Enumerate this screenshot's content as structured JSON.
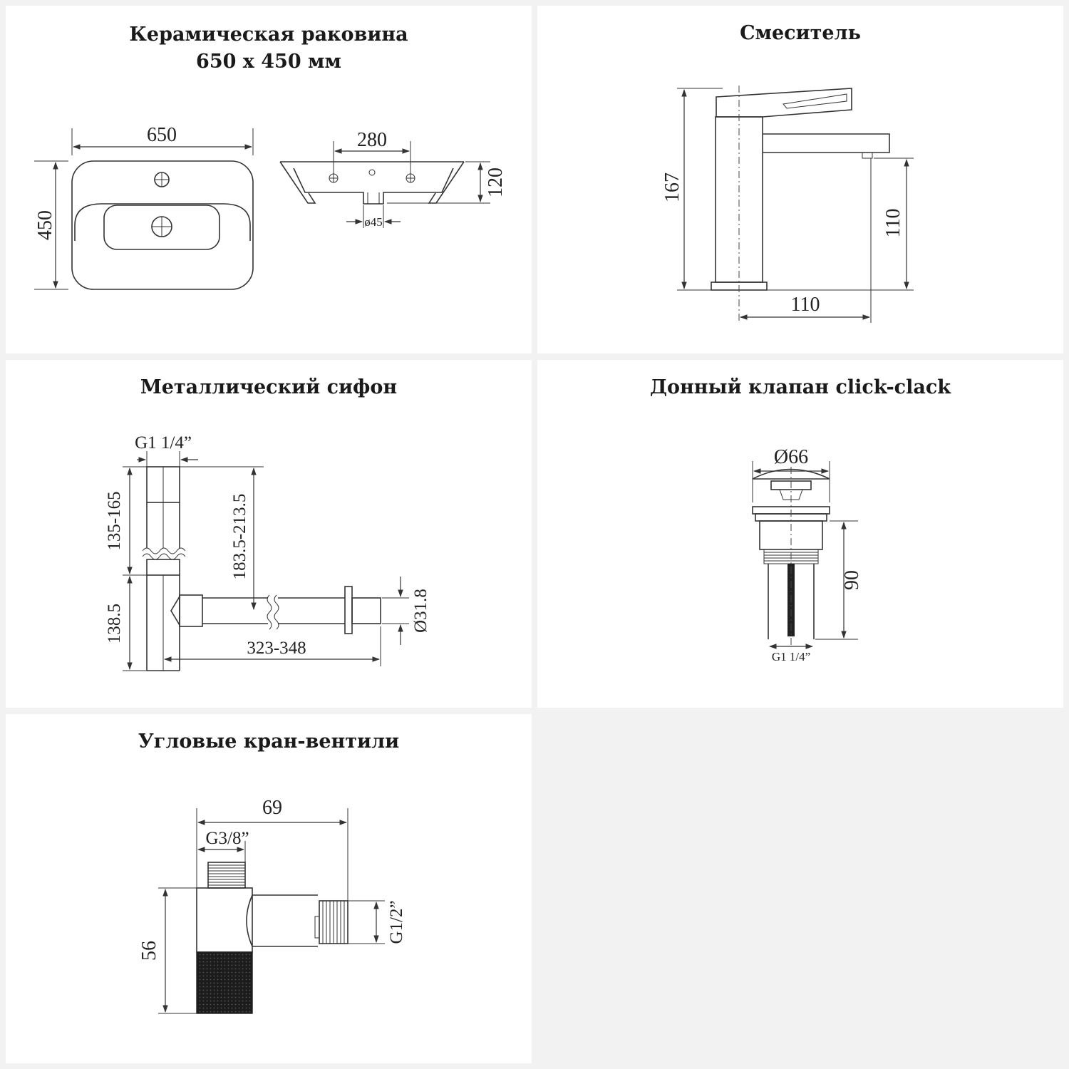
{
  "panels": {
    "sink": {
      "title_line1": "Керамическая раковина",
      "title_line2": "650 х 450 мм",
      "dims": {
        "width": "650",
        "height": "450",
        "side_width": "280",
        "side_height": "120",
        "drain": "ø45"
      }
    },
    "mixer": {
      "title": "Смеситель",
      "dims": {
        "height": "167",
        "spout_height": "110",
        "reach": "110"
      }
    },
    "siphon": {
      "title": "Металлический сифон",
      "dims": {
        "thread": "G1 1/4”",
        "upper": "135-165",
        "lower": "138.5",
        "outlet_height": "183.5-213.5",
        "length": "323-348",
        "diameter": "Ø31.8"
      }
    },
    "valve": {
      "title": "Донный клапан click-clack",
      "dims": {
        "diameter": "Ø66",
        "height": "90",
        "thread": "G1 1/4”"
      }
    },
    "angle_valve": {
      "title": "Угловые кран-вентили",
      "dims": {
        "length": "69",
        "inlet": "G3/8”",
        "height": "56",
        "outlet": "G1/2”"
      }
    }
  },
  "colors": {
    "background": "#f2f2f2",
    "panel": "#ffffff",
    "line": "#333333",
    "text": "#1a1a1a"
  }
}
